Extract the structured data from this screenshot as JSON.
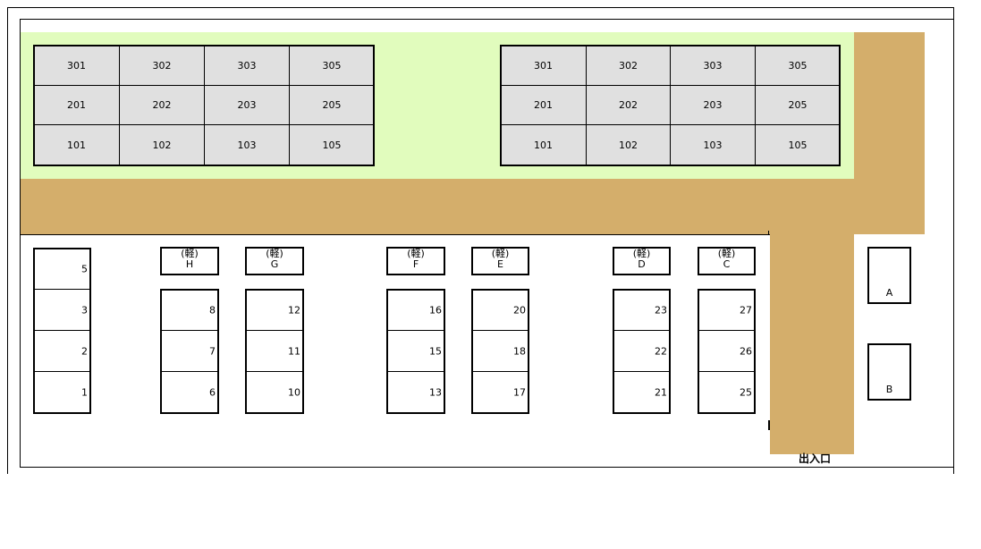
{
  "site_plan": {
    "building_left": {
      "rows": [
        [
          "301",
          "302",
          "303",
          "305"
        ],
        [
          "201",
          "202",
          "203",
          "205"
        ],
        [
          "101",
          "102",
          "103",
          "105"
        ]
      ]
    },
    "building_right": {
      "rows": [
        [
          "301",
          "302",
          "303",
          "305"
        ],
        [
          "201",
          "202",
          "203",
          "205"
        ],
        [
          "101",
          "102",
          "103",
          "105"
        ]
      ]
    },
    "parking": {
      "col_1": {
        "stalls": [
          "5",
          "3",
          "2",
          "1"
        ]
      },
      "col_H": {
        "kei_label": "(軽)",
        "kei_letter": "H",
        "stalls": [
          "8",
          "7",
          "6"
        ]
      },
      "col_G": {
        "kei_label": "(軽)",
        "kei_letter": "G",
        "stalls": [
          "12",
          "11",
          "10"
        ]
      },
      "col_F": {
        "kei_label": "(軽)",
        "kei_letter": "F",
        "stalls": [
          "16",
          "15",
          "13"
        ]
      },
      "col_E": {
        "kei_label": "(軽)",
        "kei_letter": "E",
        "stalls": [
          "20",
          "18",
          "17"
        ]
      },
      "col_D": {
        "kei_label": "(軽)",
        "kei_letter": "D",
        "stalls": [
          "23",
          "22",
          "21"
        ]
      },
      "col_C": {
        "kei_label": "(軽)",
        "kei_letter": "C",
        "stalls": [
          "27",
          "26",
          "25"
        ]
      },
      "side_A": "A",
      "side_B": "B"
    },
    "entrance_label": "出入口",
    "colors": {
      "lawn": "#e1fcbd",
      "road": "#d4ae6b",
      "unit_fill": "#e0e0e0"
    }
  }
}
